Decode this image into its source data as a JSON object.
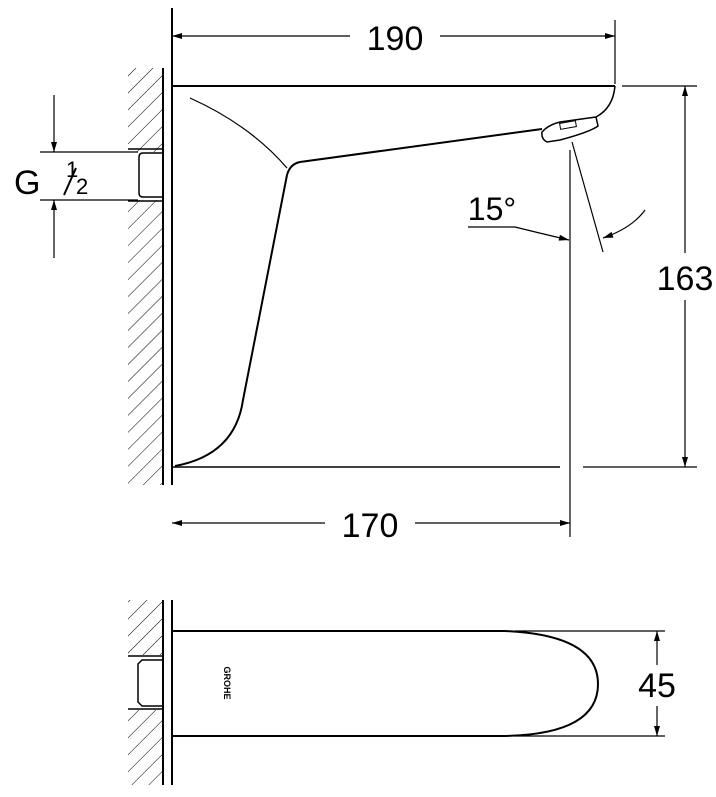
{
  "dimensions": {
    "projection_length": "190",
    "height": "163",
    "outlet_distance": "170",
    "spray_angle": "15°",
    "width": "45"
  },
  "thread": {
    "letter": "G",
    "numerator": "1",
    "denominator": "2"
  },
  "logo_text": "GROHE",
  "colors": {
    "line": "#000000",
    "background": "#ffffff"
  }
}
